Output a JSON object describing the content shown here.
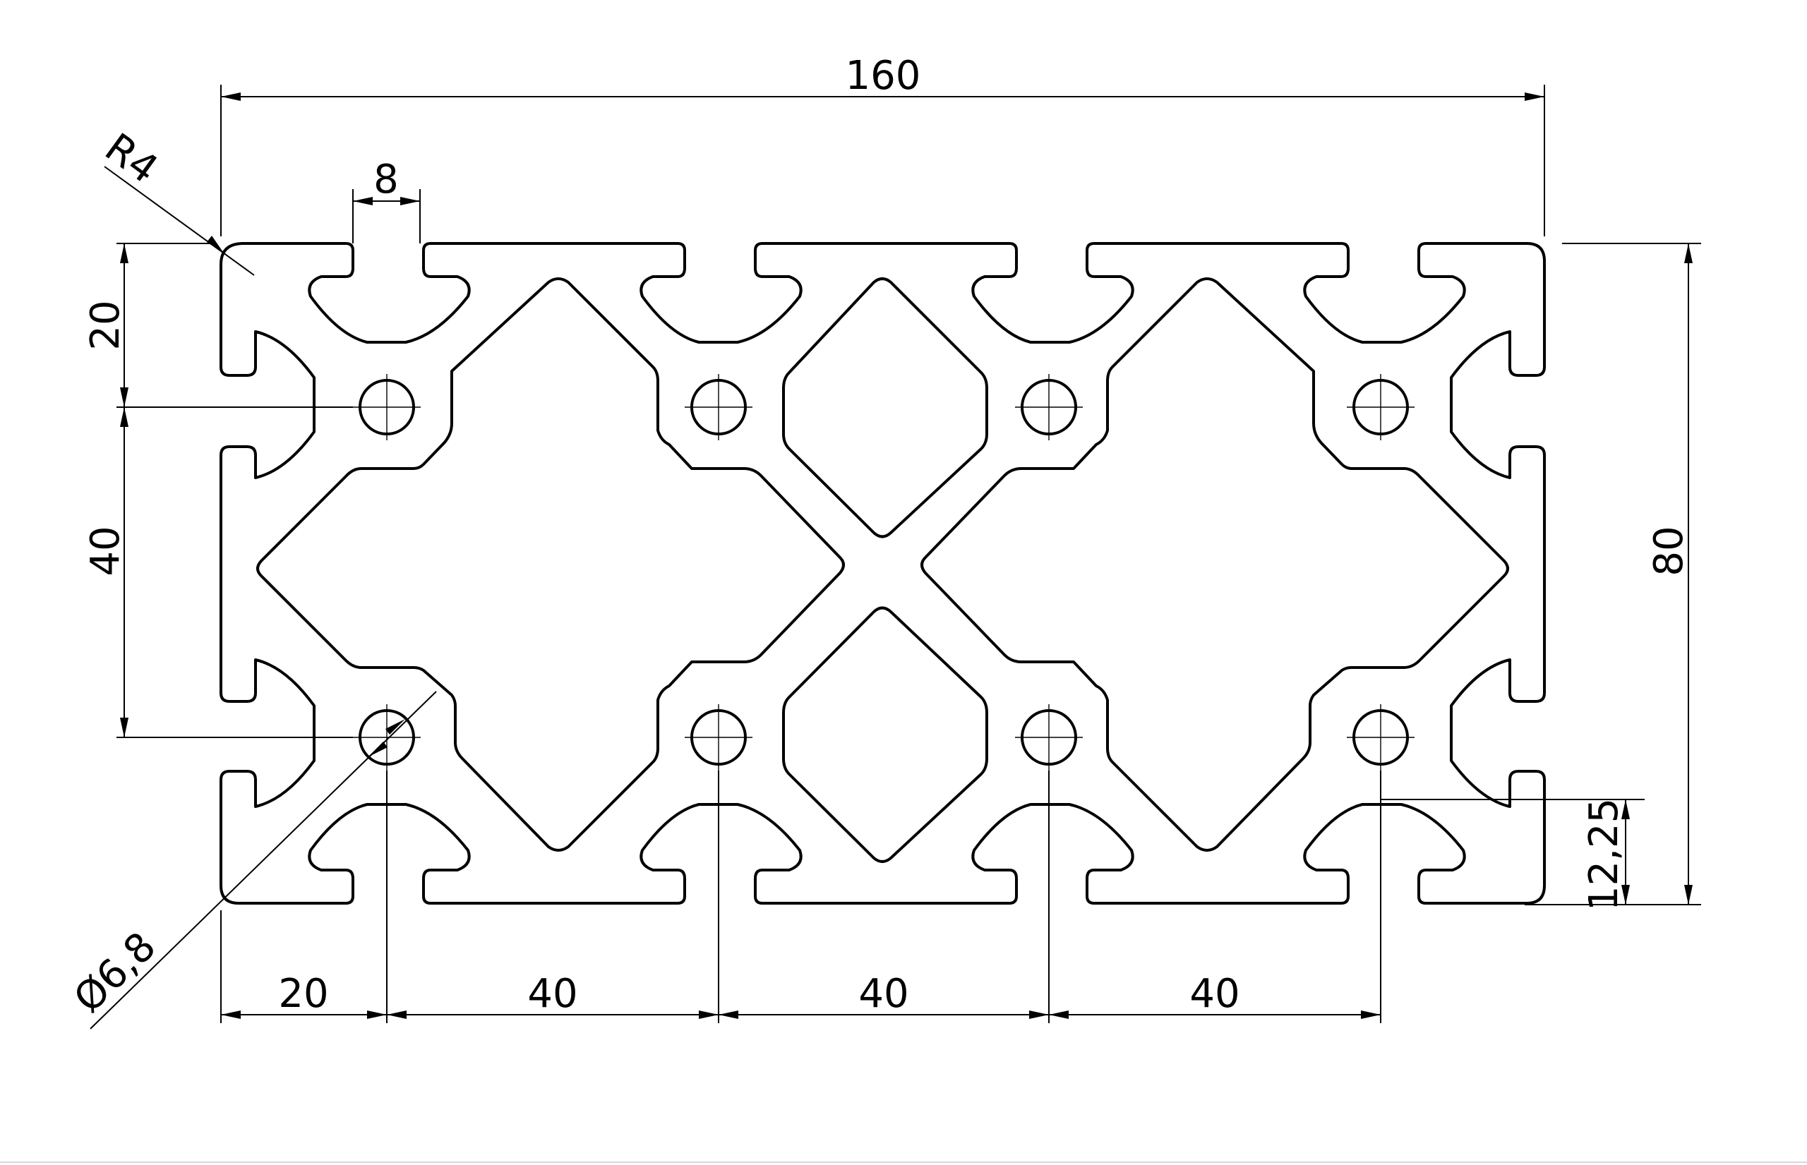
{
  "drawing": {
    "dimensions": {
      "overall_width": "160",
      "slot_width": "8",
      "corner_radius": "R4",
      "top_row_offset": "20",
      "row_pitch": "40",
      "overall_height": "80",
      "bore_diameter": "Ø6,8",
      "slot_depth": "12,25",
      "column_first_offset": "20",
      "column_pitch_1": "40",
      "column_pitch_2": "40",
      "column_pitch_3": "40"
    }
  }
}
